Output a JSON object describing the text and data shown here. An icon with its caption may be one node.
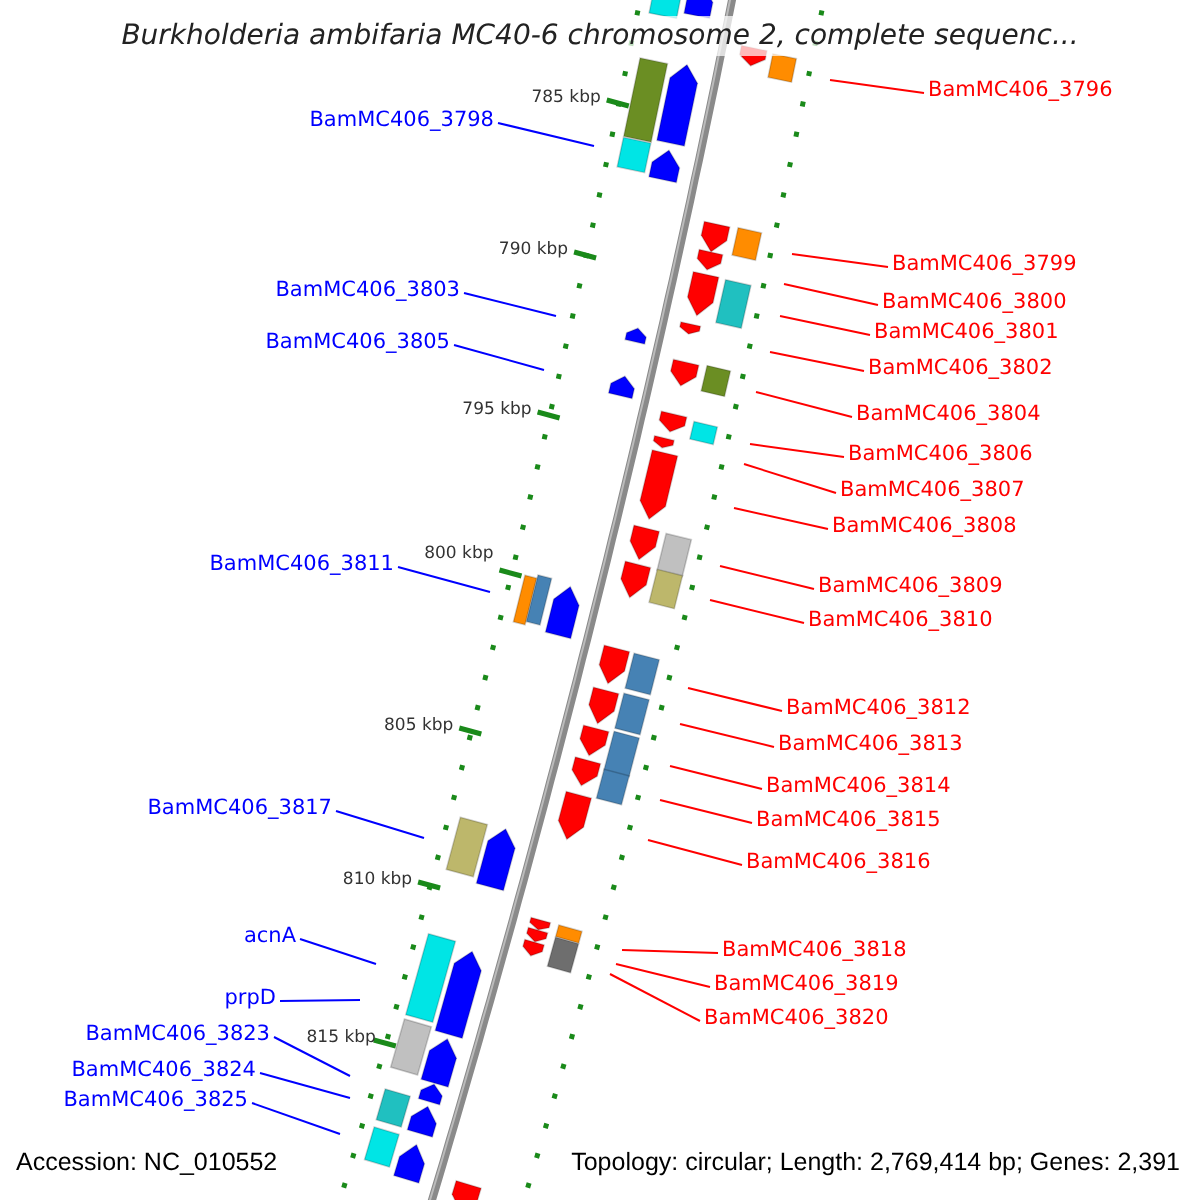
{
  "diagram": {
    "title": "Burkholderia ambifaria MC40-6 chromosome 2, complete sequenc...",
    "nodes": [
      {
        "text": [
          "BamMC406_3798"
        ]
      },
      {
        "text": [
          "BamMC406_3803"
        ]
      },
      {
        "text": [
          "BamMC406_3805"
        ]
      },
      {
        "text": [
          "BamMC406_3811"
        ]
      },
      {
        "text": [
          "BamMC406_3817"
        ]
      },
      {
        "text": [
          "acnA"
        ]
      },
      {
        "text": [
          "prpD"
        ]
      },
      {
        "text": [
          "BamMC406_3823"
        ]
      },
      {
        "text": [
          "BamMC406_3824"
        ]
      },
      {
        "text": [
          "BamMC406_3825"
        ]
      },
      {
        "text": [
          "BamMC406_3796"
        ]
      },
      {
        "text": [
          "BamMC406_3799"
        ]
      },
      {
        "text": [
          "BamMC406_3800"
        ]
      },
      {
        "text": [
          "BamMC406_3801"
        ]
      },
      {
        "text": [
          "BamMC406_3802"
        ]
      },
      {
        "text": [
          "BamMC406_3804"
        ]
      },
      {
        "text": [
          "BamMC406_3806"
        ]
      },
      {
        "text": [
          "BamMC406_3807"
        ]
      },
      {
        "text": [
          "BamMC406_3808"
        ]
      },
      {
        "text": [
          "BamMC406_3809"
        ]
      },
      {
        "text": [
          "BamMC406_3810"
        ]
      },
      {
        "text": [
          "BamMC406_3812"
        ]
      },
      {
        "text": [
          "BamMC406_3813"
        ]
      },
      {
        "text": [
          "BamMC406_3814"
        ]
      },
      {
        "text": [
          "BamMC406_3815"
        ]
      },
      {
        "text": [
          "BamMC406_3816"
        ]
      },
      {
        "text": [
          "BamMC406_3818"
        ]
      },
      {
        "text": [
          "BamMC406_3819"
        ]
      },
      {
        "text": [
          "BamMC406_3820"
        ]
      }
    ],
    "edges": [
      {
        "from": 0,
        "to": null,
        "arrow": "none",
        "color": "#0000ff"
      },
      {
        "from": 1,
        "to": null,
        "arrow": "none",
        "color": "#0000ff"
      },
      {
        "from": 2,
        "to": null,
        "arrow": "none",
        "color": "#0000ff"
      },
      {
        "from": 3,
        "to": null,
        "arrow": "none",
        "color": "#0000ff"
      },
      {
        "from": 4,
        "to": null,
        "arrow": "none",
        "color": "#0000ff"
      },
      {
        "from": 5,
        "to": null,
        "arrow": "none",
        "color": "#0000ff"
      },
      {
        "from": 6,
        "to": null,
        "arrow": "none",
        "color": "#0000ff"
      },
      {
        "from": 7,
        "to": null,
        "arrow": "none",
        "color": "#0000ff"
      },
      {
        "from": 8,
        "to": null,
        "arrow": "none",
        "color": "#0000ff"
      },
      {
        "from": 9,
        "to": null,
        "arrow": "none",
        "color": "#0000ff"
      },
      {
        "from": 10,
        "to": null,
        "arrow": "none"
      },
      {
        "from": 11,
        "to": null,
        "arrow": "none"
      },
      {
        "from": 12,
        "to": null,
        "arrow": "none"
      },
      {
        "from": 13,
        "to": null,
        "arrow": "none"
      },
      {
        "from": 14,
        "to": null,
        "arrow": "none"
      },
      {
        "from": 15,
        "to": null,
        "arrow": "none"
      },
      {
        "from": 16,
        "to": null,
        "arrow": "none"
      },
      {
        "from": 17,
        "to": null,
        "arrow": "none"
      },
      {
        "from": 18,
        "to": null,
        "arrow": "none"
      },
      {
        "from": 19,
        "to": null,
        "arrow": "none"
      },
      {
        "from": 20,
        "to": null,
        "arrow": "none"
      },
      {
        "from": 21,
        "to": null,
        "arrow": "none"
      },
      {
        "from": 22,
        "to": null,
        "arrow": "none"
      },
      {
        "from": 23,
        "to": null,
        "arrow": "none"
      },
      {
        "from": 24,
        "to": null,
        "arrow": "none"
      },
      {
        "from": 25,
        "to": null,
        "arrow": "none"
      },
      {
        "from": 26,
        "to": null,
        "arrow": "none"
      },
      {
        "from": 27,
        "to": null,
        "arrow": "none"
      },
      {
        "from": 28,
        "to": null,
        "arrow": "none"
      }
    ],
    "labels": [
      "785 kbp",
      "790 kbp",
      "795 kbp",
      "800 kbp",
      "805 kbp",
      "810 kbp",
      "815 kbp",
      "Accession: NC_010552",
      "Topology: circular; Length: 2,769,414 bp; Genes: 2,391"
    ]
  }
}
